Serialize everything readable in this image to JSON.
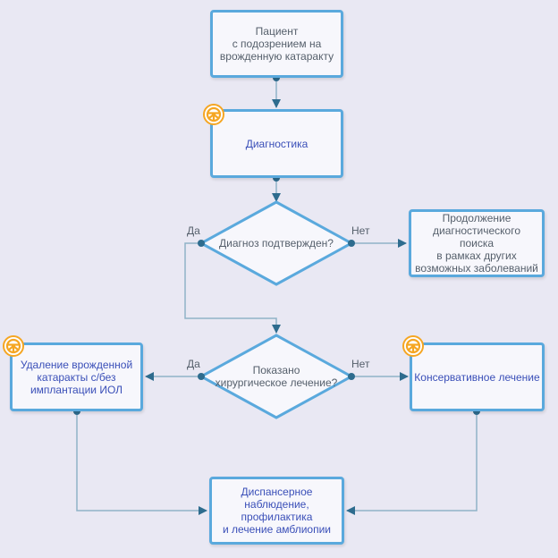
{
  "nodes": {
    "start": [
      "Пациент",
      "с подозрением на",
      "врожденную катаракту"
    ],
    "diagnostics": "Диагностика",
    "diag_confirmed": "Диагноз подтвержден?",
    "continue_search": [
      "Продолжение",
      "диагностического поиска",
      "в рамках других",
      "возможных заболеваний"
    ],
    "surgery_indicated": [
      "Показано",
      "хирургическое лечение?"
    ],
    "surgery": [
      "Удаление врожденной",
      "катаракты с/без",
      "имплантации ИОЛ"
    ],
    "conservative": "Консервативное лечение",
    "followup": [
      "Диспансерное",
      "наблюдение,",
      "профилактика",
      "и лечение амблиопии"
    ]
  },
  "labels": {
    "yes_1": "Да",
    "no_1": "Нет",
    "yes_2": "Да",
    "no_2": "Нет"
  },
  "colors": {
    "border": "#5aa9dd",
    "connector": "#8fb3c8",
    "arrow_dark": "#2e6c8e",
    "badge_orange": "#f5a623",
    "text_dark": "#555f6b",
    "text_blue": "#3a4fb8"
  },
  "icons": [
    "steering-wheel-icon"
  ]
}
